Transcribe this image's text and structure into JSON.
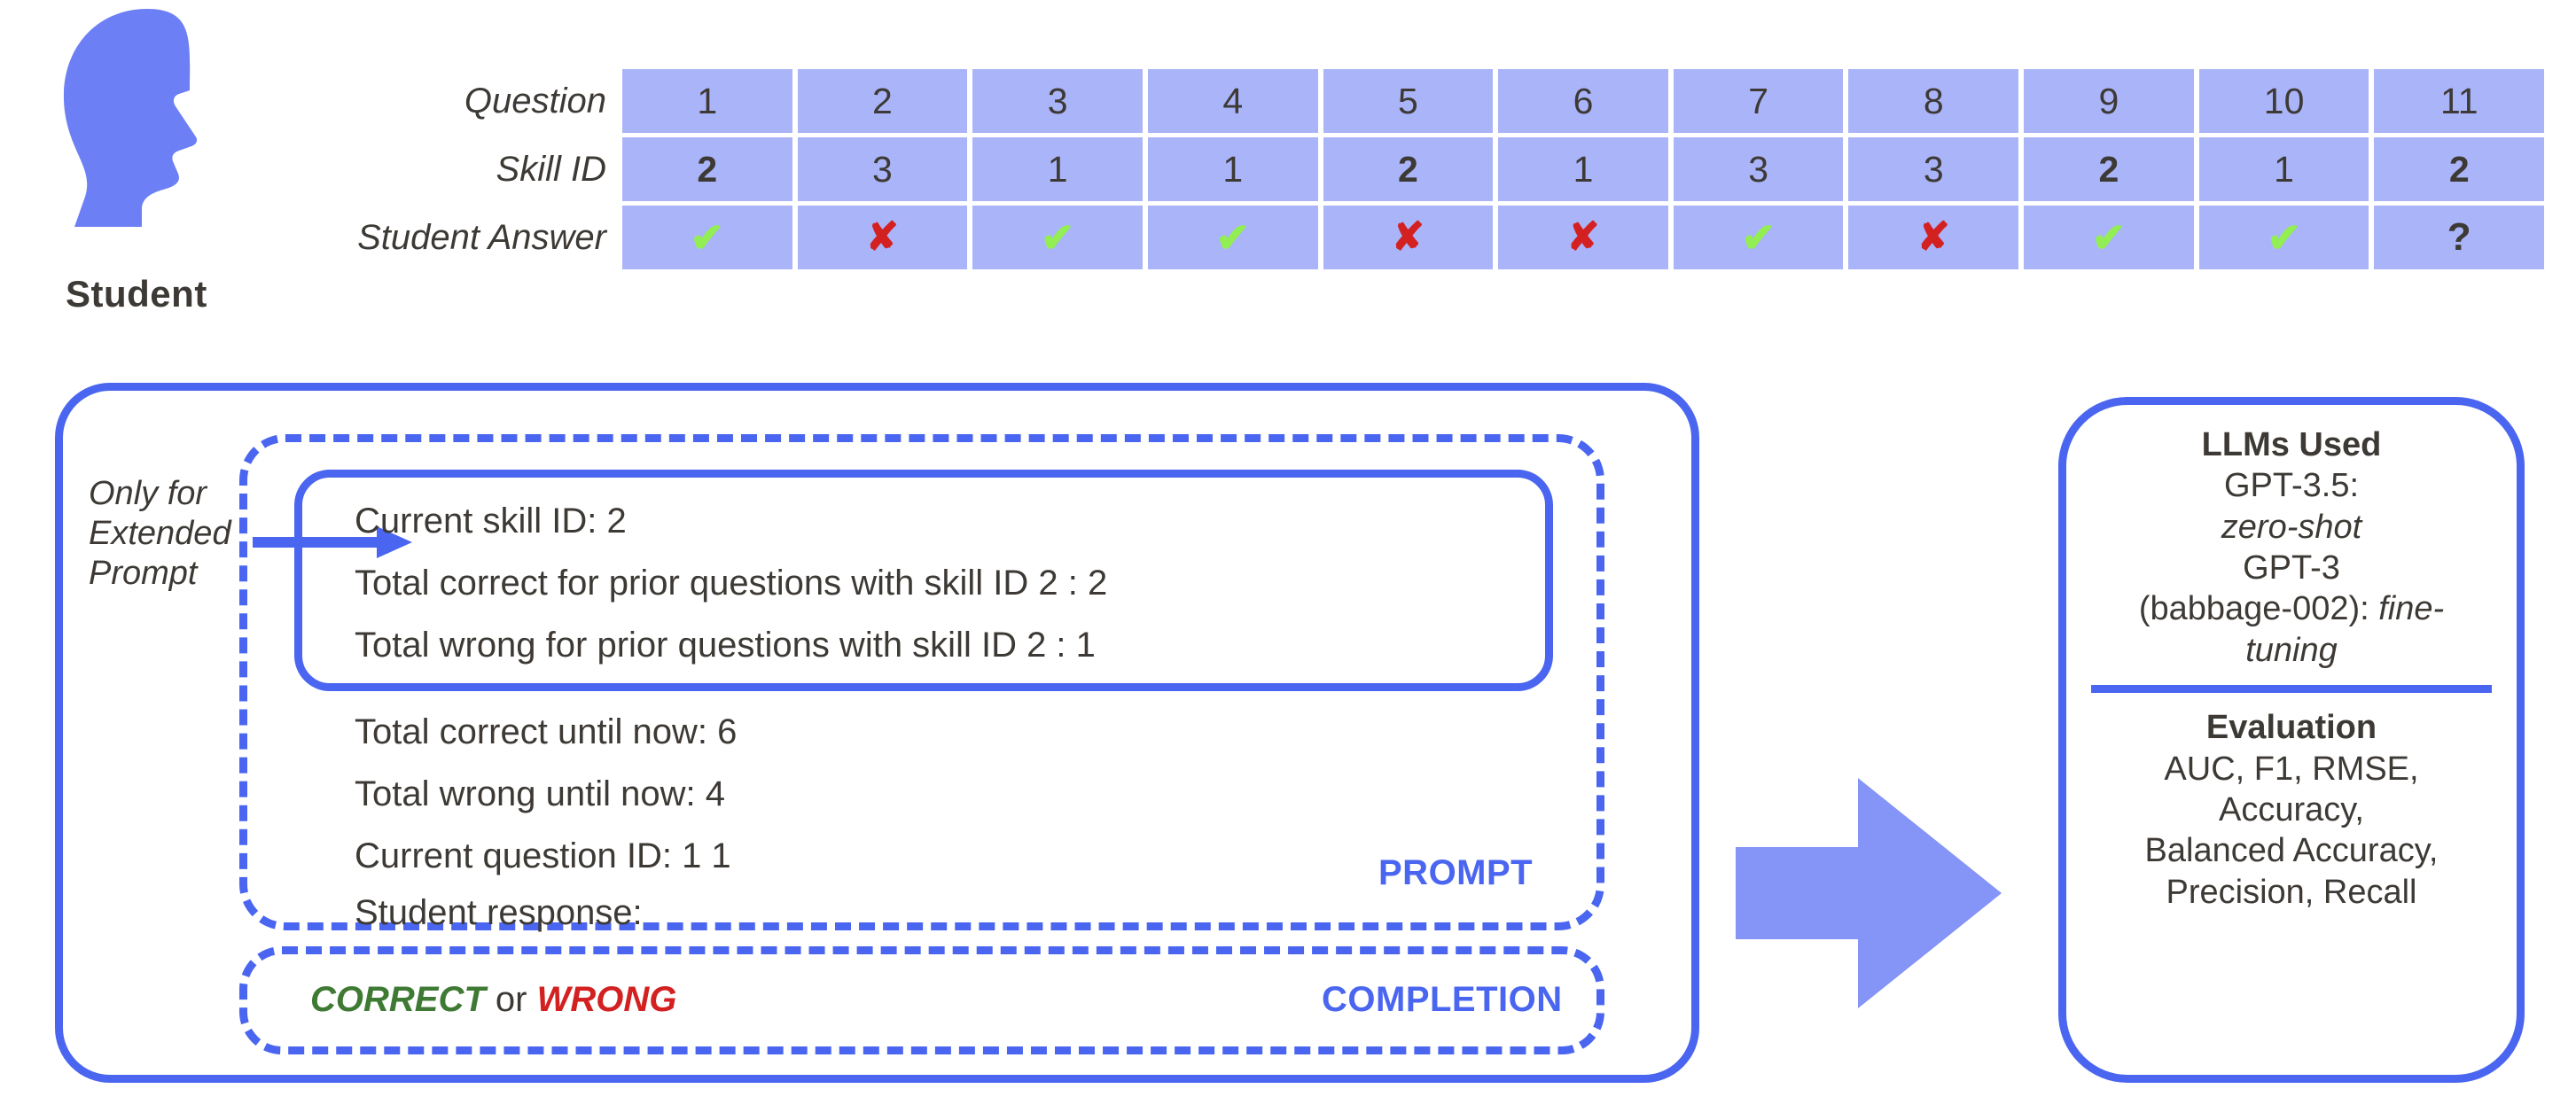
{
  "colors": {
    "accent_blue": "#4a66f0",
    "cell_fill": "#aab4f8",
    "correct_green": "#92ee52",
    "wrong_red": "#d32020",
    "completion_correct": "#3f7a34",
    "completion_wrong": "#d32020",
    "text": "#3d3935"
  },
  "student": {
    "label": "Student",
    "icon": "head-profile-icon"
  },
  "table": {
    "row_labels": {
      "question": "Question",
      "skill_id": "Skill ID",
      "student_answer": "Student Answer"
    },
    "questions": [
      "1",
      "2",
      "3",
      "4",
      "5",
      "6",
      "7",
      "8",
      "9",
      "10",
      "11"
    ],
    "skill_ids": [
      "2",
      "3",
      "1",
      "1",
      "2",
      "1",
      "3",
      "3",
      "2",
      "1",
      "2"
    ],
    "skill_id_bold": [
      true,
      false,
      false,
      false,
      true,
      false,
      false,
      false,
      true,
      false,
      true
    ],
    "student_answers": [
      "correct",
      "wrong",
      "correct",
      "correct",
      "wrong",
      "wrong",
      "correct",
      "wrong",
      "correct",
      "correct",
      "unknown"
    ],
    "answer_glyphs": {
      "correct": "✔",
      "wrong": "✘",
      "unknown": "?"
    }
  },
  "extended": {
    "note": "Only for Extended Prompt",
    "note_lines": [
      "Only for",
      "Extended",
      "Prompt"
    ],
    "arrow_icon": "arrow-right-icon",
    "lines": [
      "Current skill ID: 2",
      "Total correct for prior questions with skill ID 2 : 2",
      "Total wrong for prior questions with skill ID 2 : 1"
    ]
  },
  "prompt": {
    "tag": "PROMPT",
    "lines": [
      "Total correct until now: 6",
      "Total wrong until now: 4",
      "Current question ID: 1 1",
      "Student response:"
    ]
  },
  "completion": {
    "tag": "COMPLETION",
    "correct_word": "CORRECT",
    "or_word": " or ",
    "wrong_word": "WRONG"
  },
  "flow": {
    "arrow_icon": "arrow-right-large-icon"
  },
  "right_panel": {
    "llms_heading": "LLMs Used",
    "llms_lines": [
      {
        "plain": "GPT-3.5:",
        "italic": ""
      },
      {
        "plain": "",
        "italic": "zero-shot"
      },
      {
        "plain": "GPT-3",
        "italic": ""
      },
      {
        "plain": "(babbage-002): ",
        "italic": "fine-"
      },
      {
        "plain": "",
        "italic": "tuning"
      }
    ],
    "evaluation_heading": "Evaluation",
    "evaluation_lines": [
      "AUC, F1, RMSE,",
      "Accuracy,",
      "Balanced Accuracy,",
      "Precision, Recall"
    ]
  }
}
